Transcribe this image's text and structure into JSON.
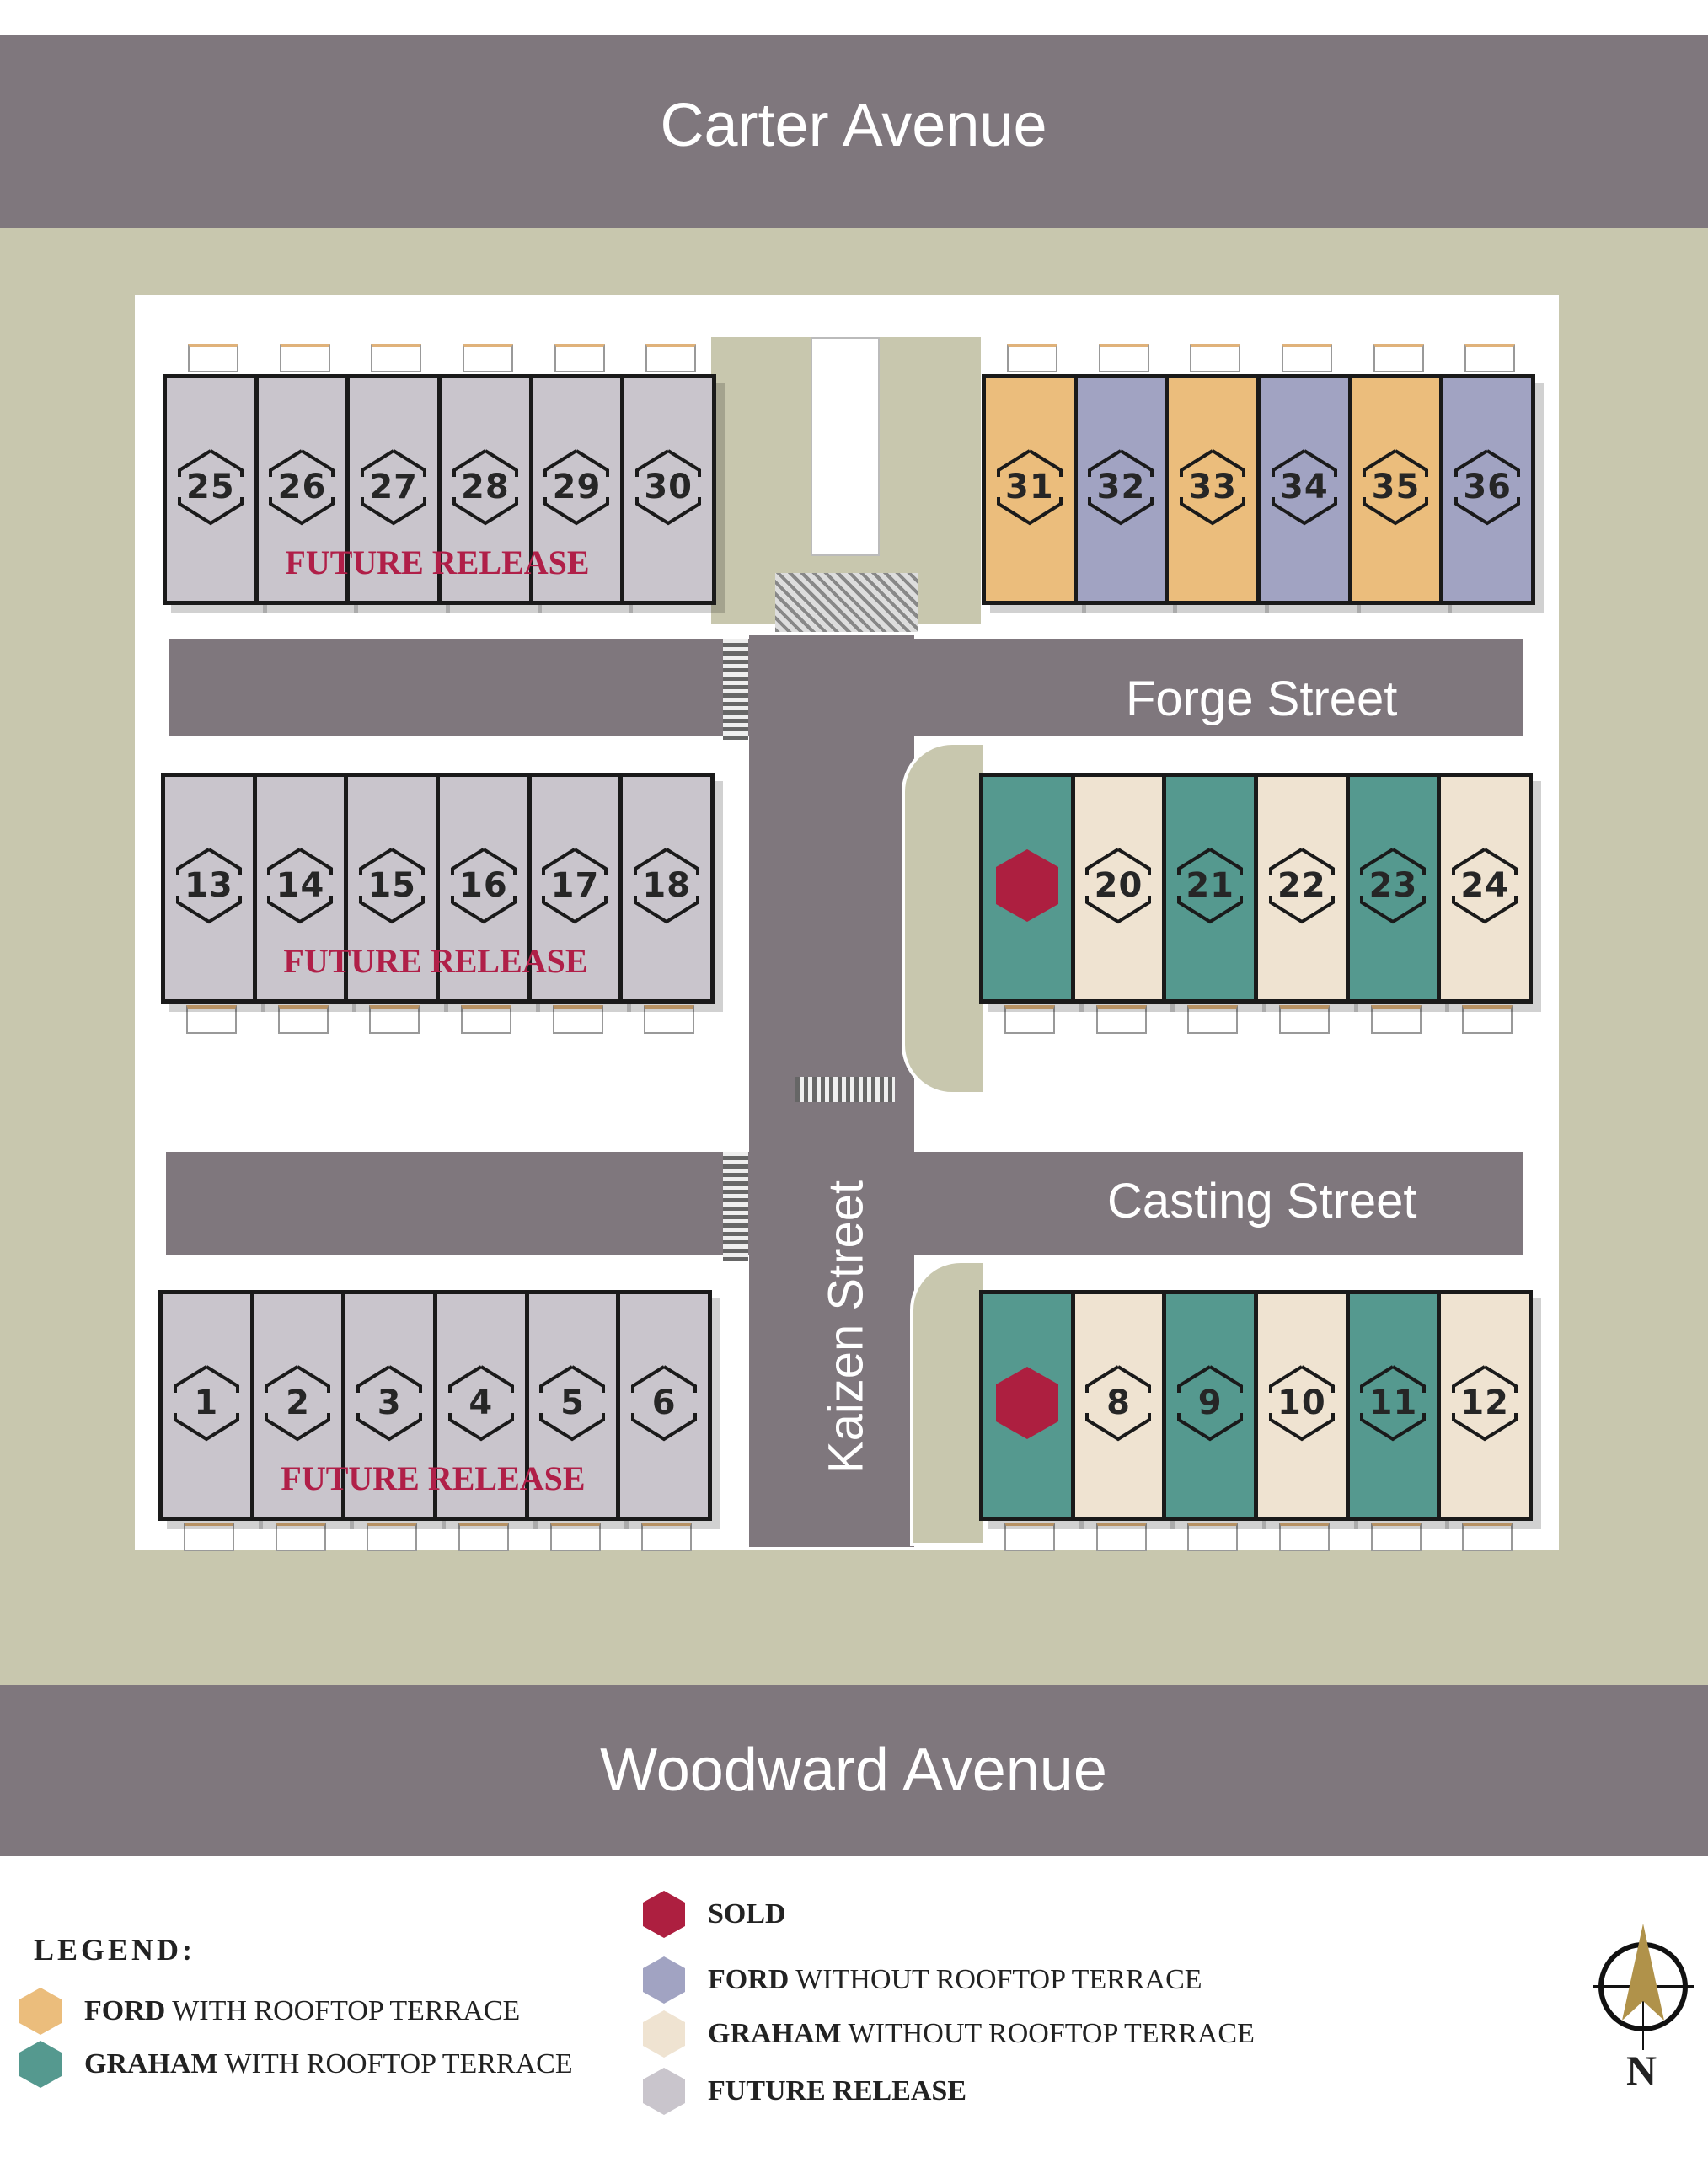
{
  "roads": {
    "north": "Carter Avenue",
    "south": "Woodward Avenue",
    "forge": "Forge Street",
    "casting": "Casting Street",
    "kaizen": "Kaizen Street"
  },
  "colors": {
    "ford_terrace": "#ebbd7c",
    "ford_no_terrace": "#a1a3c2",
    "graham_terrace": "#55998f",
    "graham_no_terrace": "#efe3d1",
    "future": "#c9c5cc",
    "sold": "#ad1f40"
  },
  "blocks": [
    {
      "id": "top-left",
      "future_label": "FUTURE RELEASE",
      "units": [
        {
          "label": "25",
          "type": "future"
        },
        {
          "label": "26",
          "type": "future"
        },
        {
          "label": "27",
          "type": "future"
        },
        {
          "label": "28",
          "type": "future"
        },
        {
          "label": "29",
          "type": "future"
        },
        {
          "label": "30",
          "type": "future"
        }
      ]
    },
    {
      "id": "top-right",
      "future_label": "",
      "units": [
        {
          "label": "31",
          "type": "ford_terrace"
        },
        {
          "label": "32",
          "type": "ford_no_terrace"
        },
        {
          "label": "33",
          "type": "ford_terrace"
        },
        {
          "label": "34",
          "type": "ford_no_terrace"
        },
        {
          "label": "35",
          "type": "ford_terrace"
        },
        {
          "label": "36",
          "type": "ford_no_terrace"
        }
      ]
    },
    {
      "id": "middle-left",
      "future_label": "FUTURE RELEASE",
      "units": [
        {
          "label": "13",
          "type": "future"
        },
        {
          "label": "14",
          "type": "future"
        },
        {
          "label": "15",
          "type": "future"
        },
        {
          "label": "16",
          "type": "future"
        },
        {
          "label": "17",
          "type": "future"
        },
        {
          "label": "18",
          "type": "future"
        }
      ]
    },
    {
      "id": "middle-right",
      "future_label": "",
      "units": [
        {
          "label": "",
          "type": "graham_terrace",
          "sold": true
        },
        {
          "label": "20",
          "type": "graham_no_terrace"
        },
        {
          "label": "21",
          "type": "graham_terrace"
        },
        {
          "label": "22",
          "type": "graham_no_terrace"
        },
        {
          "label": "23",
          "type": "graham_terrace"
        },
        {
          "label": "24",
          "type": "graham_no_terrace"
        }
      ]
    },
    {
      "id": "bottom-left",
      "future_label": "FUTURE RELEASE",
      "units": [
        {
          "label": "1",
          "type": "future"
        },
        {
          "label": "2",
          "type": "future"
        },
        {
          "label": "3",
          "type": "future"
        },
        {
          "label": "4",
          "type": "future"
        },
        {
          "label": "5",
          "type": "future"
        },
        {
          "label": "6",
          "type": "future"
        }
      ]
    },
    {
      "id": "bottom-right",
      "future_label": "",
      "units": [
        {
          "label": "",
          "type": "graham_terrace",
          "sold": true
        },
        {
          "label": "8",
          "type": "graham_no_terrace"
        },
        {
          "label": "9",
          "type": "graham_terrace"
        },
        {
          "label": "10",
          "type": "graham_no_terrace"
        },
        {
          "label": "11",
          "type": "graham_terrace"
        },
        {
          "label": "12",
          "type": "graham_no_terrace"
        }
      ]
    }
  ],
  "legend": {
    "title": "LEGEND:",
    "items": [
      {
        "bold": "FORD",
        "rest": " WITH ROOFTOP TERRACE",
        "type": "ford_terrace"
      },
      {
        "bold": "GRAHAM",
        "rest": " WITH ROOFTOP TERRACE",
        "type": "graham_terrace"
      },
      {
        "bold": "SOLD",
        "rest": "",
        "type": "sold"
      },
      {
        "bold": "FORD",
        "rest": " WITHOUT ROOFTOP TERRACE",
        "type": "ford_no_terrace"
      },
      {
        "bold": "GRAHAM",
        "rest": " WITHOUT ROOFTOP TERRACE",
        "type": "graham_no_terrace"
      },
      {
        "bold": "FUTURE RELEASE",
        "rest": "",
        "type": "future"
      }
    ]
  },
  "compass": {
    "label": "N"
  }
}
